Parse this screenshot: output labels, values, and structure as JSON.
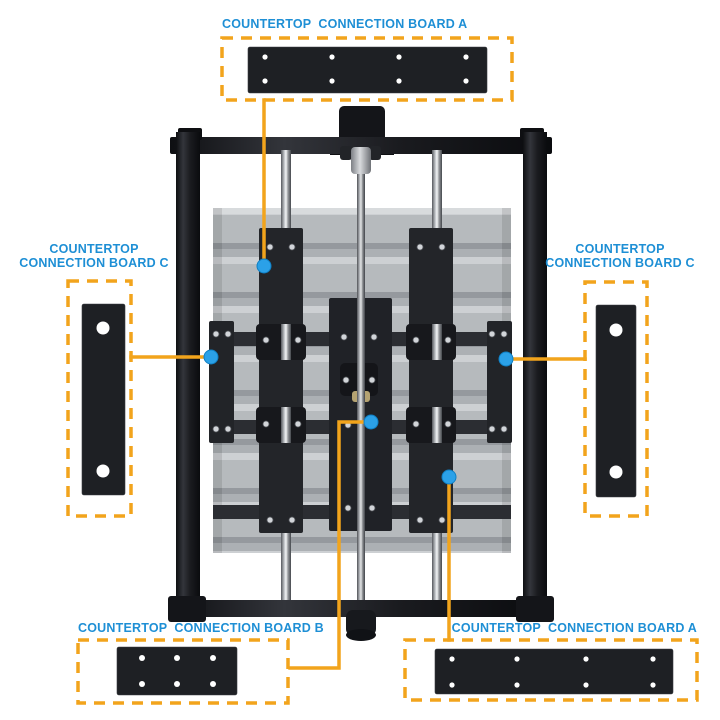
{
  "diagram": {
    "type": "annotated product image",
    "subject": "CNC machine frame assembly with countertop connection boards",
    "background": "#ffffff"
  },
  "colors": {
    "label_text": "#1e8fd5",
    "callout_orange": "#f2a41c",
    "marker_dot_blue": "#2ba1e8",
    "board_black": "#1e2024",
    "frame_black": "#1a1b1f",
    "bed_aluminum": "#b6babd"
  },
  "callouts": [
    {
      "id": "top-board-a",
      "label": "COUNTERTOP  CONNECTION BOARD A",
      "board": "A",
      "hole_count": 8,
      "hole_layout": "2 rows x 4"
    },
    {
      "id": "left-board-c",
      "lines": [
        "COUNTERTOP",
        "CONNECTION BOARD C"
      ],
      "board": "C",
      "hole_count": 2,
      "hole_layout": "1 column x 2"
    },
    {
      "id": "right-board-c",
      "lines": [
        "COUNTERTOP",
        "CONNECTION BOARD C"
      ],
      "board": "C",
      "hole_count": 2,
      "hole_layout": "1 column x 2"
    },
    {
      "id": "bottom-board-b",
      "label": "COUNTERTOP  CONNECTION BOARD B",
      "board": "B",
      "hole_count": 6,
      "hole_layout": "2 rows x 3"
    },
    {
      "id": "bottom-board-a",
      "label": "COUNTERTOP  CONNECTION BOARD A",
      "board": "A",
      "hole_count": 8,
      "hole_layout": "2 rows x 4"
    }
  ]
}
